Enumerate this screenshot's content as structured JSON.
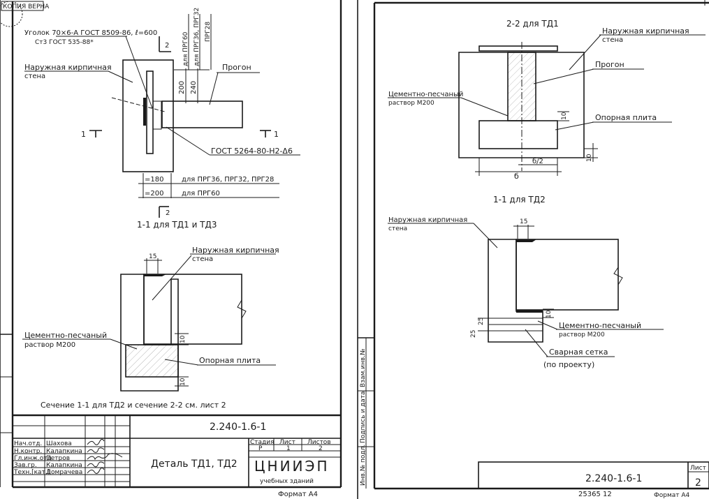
{
  "left_sheet": {
    "stamp": "КОПИЯ ВЕРНА",
    "angle_note": {
      "line1": "Уголок 70×6-А ГОСТ 8509-86, ℓ=600",
      "line2": "Ст3  ГОСТ 535-88*"
    },
    "wall_label": {
      "line1": "Наружная кирпичная",
      "line2": "стена"
    },
    "purlin_label": "Прогон",
    "dims_vertical": [
      "200",
      "240",
      "для ПРГ60",
      "для ПРГ36, ПРГ32",
      "ПРГ28"
    ],
    "section_marks": [
      "1",
      "1",
      "2",
      "2"
    ],
    "weld_note": "ГОСТ 5264-80-Н2-Δ6",
    "dims_bottom": [
      {
        "value": "=180",
        "note": "для ПРГ36, ПРГ32, ПРГ28"
      },
      {
        "value": "=200",
        "note": "для ПРГ60"
      }
    ],
    "view1_title": "1-1 для ТД1 и ТД3",
    "view2_wall_label": {
      "line1": "Наружная кирпичная",
      "line2": "стена"
    },
    "view2_dim_top": "15",
    "view2_mortar_label": {
      "line1": "Цементно-песчаный",
      "line2": "раствор М200"
    },
    "view2_slab_label": "Опорная плита",
    "view2_dims": [
      "10",
      "10"
    ],
    "bottom_note": "Сечение 1-1 для ТД2 и сечение 2-2 см. лист 2",
    "title_block": {
      "doc_code": "2.240-1.6-1",
      "title": "Деталь ТД1, ТД2",
      "stage_headers": [
        "Стадия",
        "Лист",
        "Листов"
      ],
      "stage_values": [
        "Р",
        "1",
        "2"
      ],
      "org_name": "ЦНИИЭП",
      "org_sub": "учебных зданий",
      "format": "Формат А4",
      "people": [
        {
          "role": "Нач.отд.",
          "name": "Шахова"
        },
        {
          "role": "Н.контр.",
          "name": "Калапкина"
        },
        {
          "role": "Гл.инж.отд",
          "name": "Петров"
        },
        {
          "role": "Зав.гр.",
          "name": "Калапкина"
        },
        {
          "role": "Техн.[кат.]",
          "name": "Домрачева"
        }
      ]
    }
  },
  "right_sheet": {
    "section2_title": "2-2 для ТД1",
    "wall_label": {
      "line1": "Наружная кирпичная",
      "line2": "стена"
    },
    "purlin_label": "Прогон",
    "mortar_label": {
      "line1": "Цементно-песчаный",
      "line2": "раствор М200"
    },
    "slab_label": "Опорная плита",
    "dims": [
      "10",
      "10",
      "б/2",
      "б"
    ],
    "section1_title": "1-1 для ТД2",
    "view2_wall_label": {
      "line1": "Наружная кирпичная",
      "line2": "стена"
    },
    "view2_dim_top": "15",
    "view2_dims_left": [
      "25",
      "25"
    ],
    "view2_dim_right": "10",
    "view2_mortar_label": {
      "line1": "Цементно-песчаный",
      "line2": "раствор М200"
    },
    "mesh_label": {
      "line1": "Сварная сетка",
      "line2": "(по проекту)"
    },
    "side_labels": [
      "Инв.№ подл.",
      "Подпись и дата",
      "Взам.инв.№"
    ],
    "title_block": {
      "doc_code": "2.240-1.6-1",
      "sheet_header": "Лист",
      "sheet_number": "2"
    },
    "bottom_number": "25365  12",
    "format": "Формат А4"
  }
}
